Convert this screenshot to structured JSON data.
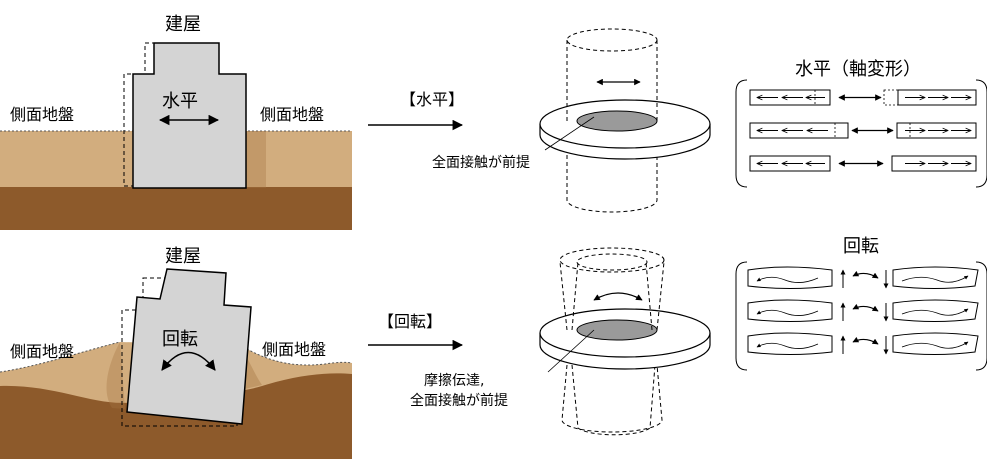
{
  "labels": {
    "building": "建屋",
    "side_ground": "側面地盤",
    "horizontal": "水平",
    "rotation": "回転",
    "mode_horizontal": "【水平】",
    "mode_rotation": "【回転】",
    "full_contact": "全面接触が前提",
    "friction_line1": "摩擦伝達,",
    "friction_line2": "全面接触が前提",
    "horizontal_axial": "水平（軸変形）"
  },
  "colors": {
    "soil_light": "#d2ad7e",
    "soil_dark": "#8d5a2b",
    "building": "#d4d4d4",
    "ring": "#ffffff",
    "ring_hole": "#9a9a9a"
  }
}
